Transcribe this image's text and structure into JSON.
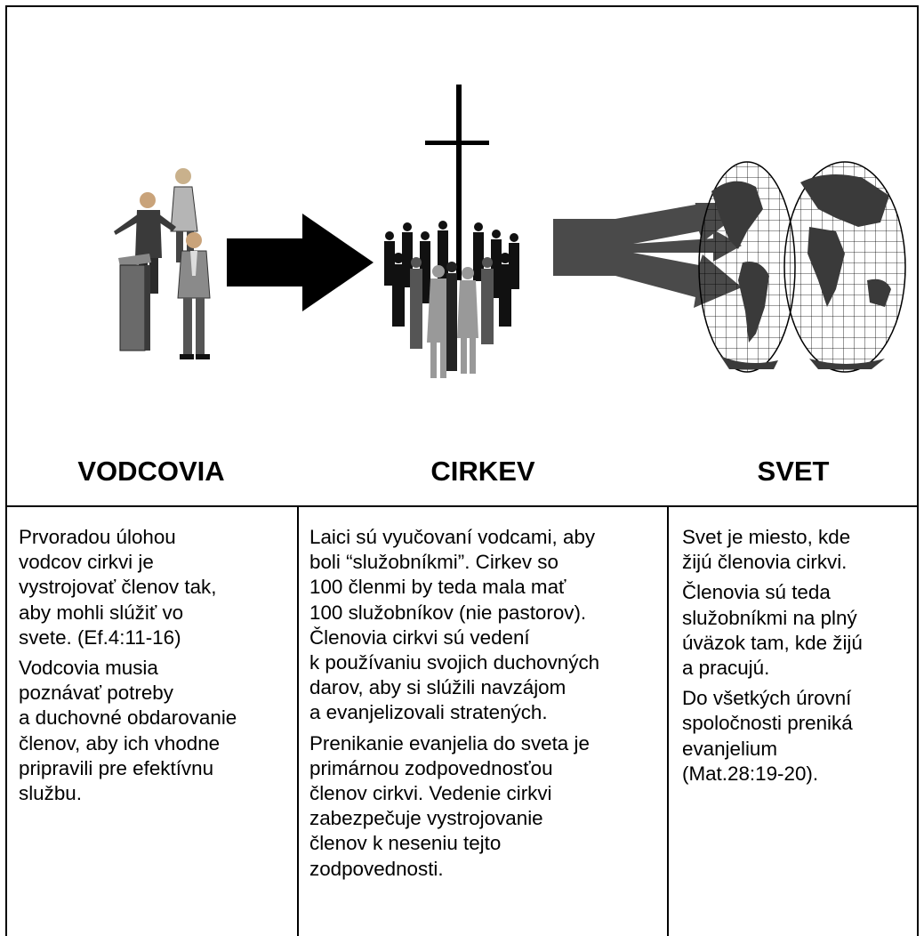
{
  "columns": [
    {
      "heading": "VODCOVIA",
      "paragraphs": [
        "Prvoradou úlohou\nvodcov cirkvi je\nvystrojovať členov tak,\naby mohli slúžiť vo\nsvete. (Ef.4:11-16)",
        "Vodcovia musia\npoznávať potreby\na duchovné obdarovanie\nčlenov, aby ich vhodne\npripravili pre efektívnu\nslužbu."
      ]
    },
    {
      "heading": "CIRKEV",
      "paragraphs": [
        "Laici sú vyučovaní vodcami, aby\nboli “služobníkmi”. Cirkev so\n100 členmi by teda mala mať\n100 služobníkov (nie pastorov).\nČlenovia cirkvi sú vedení\nk používaniu svojich duchovných\ndarov, aby si slúžili navzájom\na evanjelizovali stratených.",
        "Prenikanie evanjelia do sveta je\nprimárnou zodpovednosťou\nčlenov cirkvi. Vedenie cirkvi\nzabezpečuje vystrojovanie\nčlenov k neseniu tejto\nzodpovednosti."
      ]
    },
    {
      "heading": "SVET",
      "paragraphs": [
        "Svet je miesto, kde\nžijú členovia cirkvi.",
        "Členovia sú teda\nslužobníkmi na plný\núväzok tam, kde žijú\na pracujú.",
        "Do všetkých úrovní\nspoločnosti preniká\nevanjelium\n(Mat.28:19-20)."
      ]
    }
  ],
  "illustrations": {
    "leaders": "leaders-clipart",
    "arrow": "arrow-icon",
    "church": "church-crowd-clipart",
    "split_arrow": "split-arrow-icon",
    "world": "world-map-clipart"
  }
}
